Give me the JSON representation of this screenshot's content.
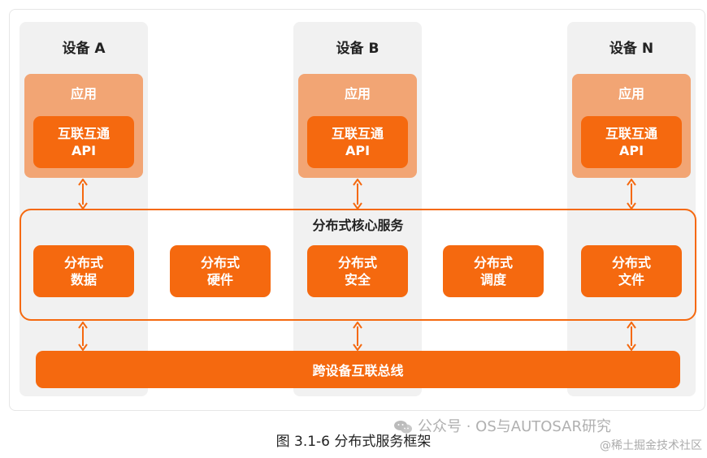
{
  "devices": [
    {
      "title": "设备 A",
      "app": "应用",
      "api": [
        "互联互通",
        "API"
      ]
    },
    {
      "title": "设备 B",
      "app": "应用",
      "api": [
        "互联互通",
        "API"
      ]
    },
    {
      "title": "设备 N",
      "app": "应用",
      "api": [
        "互联互通",
        "API"
      ]
    }
  ],
  "core": {
    "title": "分布式核心服务",
    "services": [
      [
        "分布式",
        "数据"
      ],
      [
        "分布式",
        "硬件"
      ],
      [
        "分布式",
        "安全"
      ],
      [
        "分布式",
        "调度"
      ],
      [
        "分布式",
        "文件"
      ]
    ]
  },
  "bus": {
    "label": "跨设备互联总线"
  },
  "caption": "图 3.1-6  分布式服务框架",
  "watermark": {
    "text": "公众号 · OS与AUTOSAR研究",
    "site": "@稀土掘金技术社区",
    "icon": "wechat-icon"
  },
  "colors": {
    "accent": "#f5690f",
    "app_bg": "#f2a574",
    "column_bg": "#f1f1f1"
  }
}
